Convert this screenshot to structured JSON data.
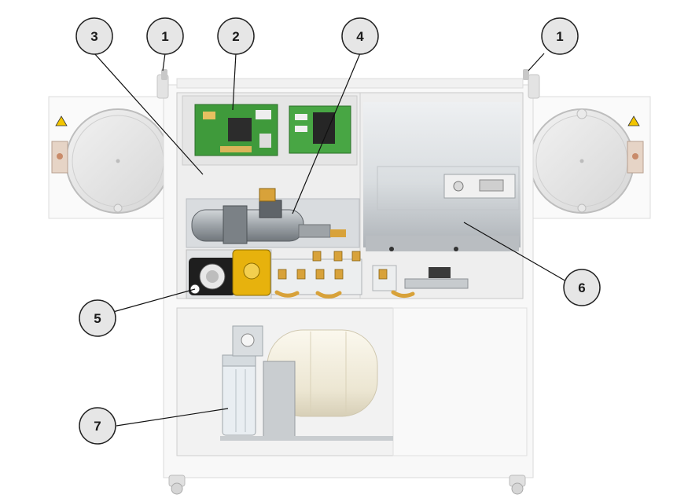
{
  "callouts": [
    {
      "id": "c1a",
      "label": "1"
    },
    {
      "id": "c2",
      "label": "2"
    },
    {
      "id": "c3",
      "label": "3"
    },
    {
      "id": "c4",
      "label": "4"
    },
    {
      "id": "c1b",
      "label": "1"
    },
    {
      "id": "c5",
      "label": "5"
    },
    {
      "id": "c6",
      "label": "6"
    },
    {
      "id": "c7",
      "label": "7"
    }
  ],
  "colors": {
    "callout_fill": "#e6e6e6",
    "callout_stroke": "#222222",
    "leader": "#111111",
    "cabinet": "#f7f7f7",
    "cabinet_edge": "#d8d8d8",
    "pcb_green": "#3f9a3b",
    "brass": "#d8a23a",
    "pump_yellow": "#e7b20d",
    "steel": "#c9cdd0",
    "water_tank": "#f3efe2",
    "warning": "#f2c500"
  }
}
